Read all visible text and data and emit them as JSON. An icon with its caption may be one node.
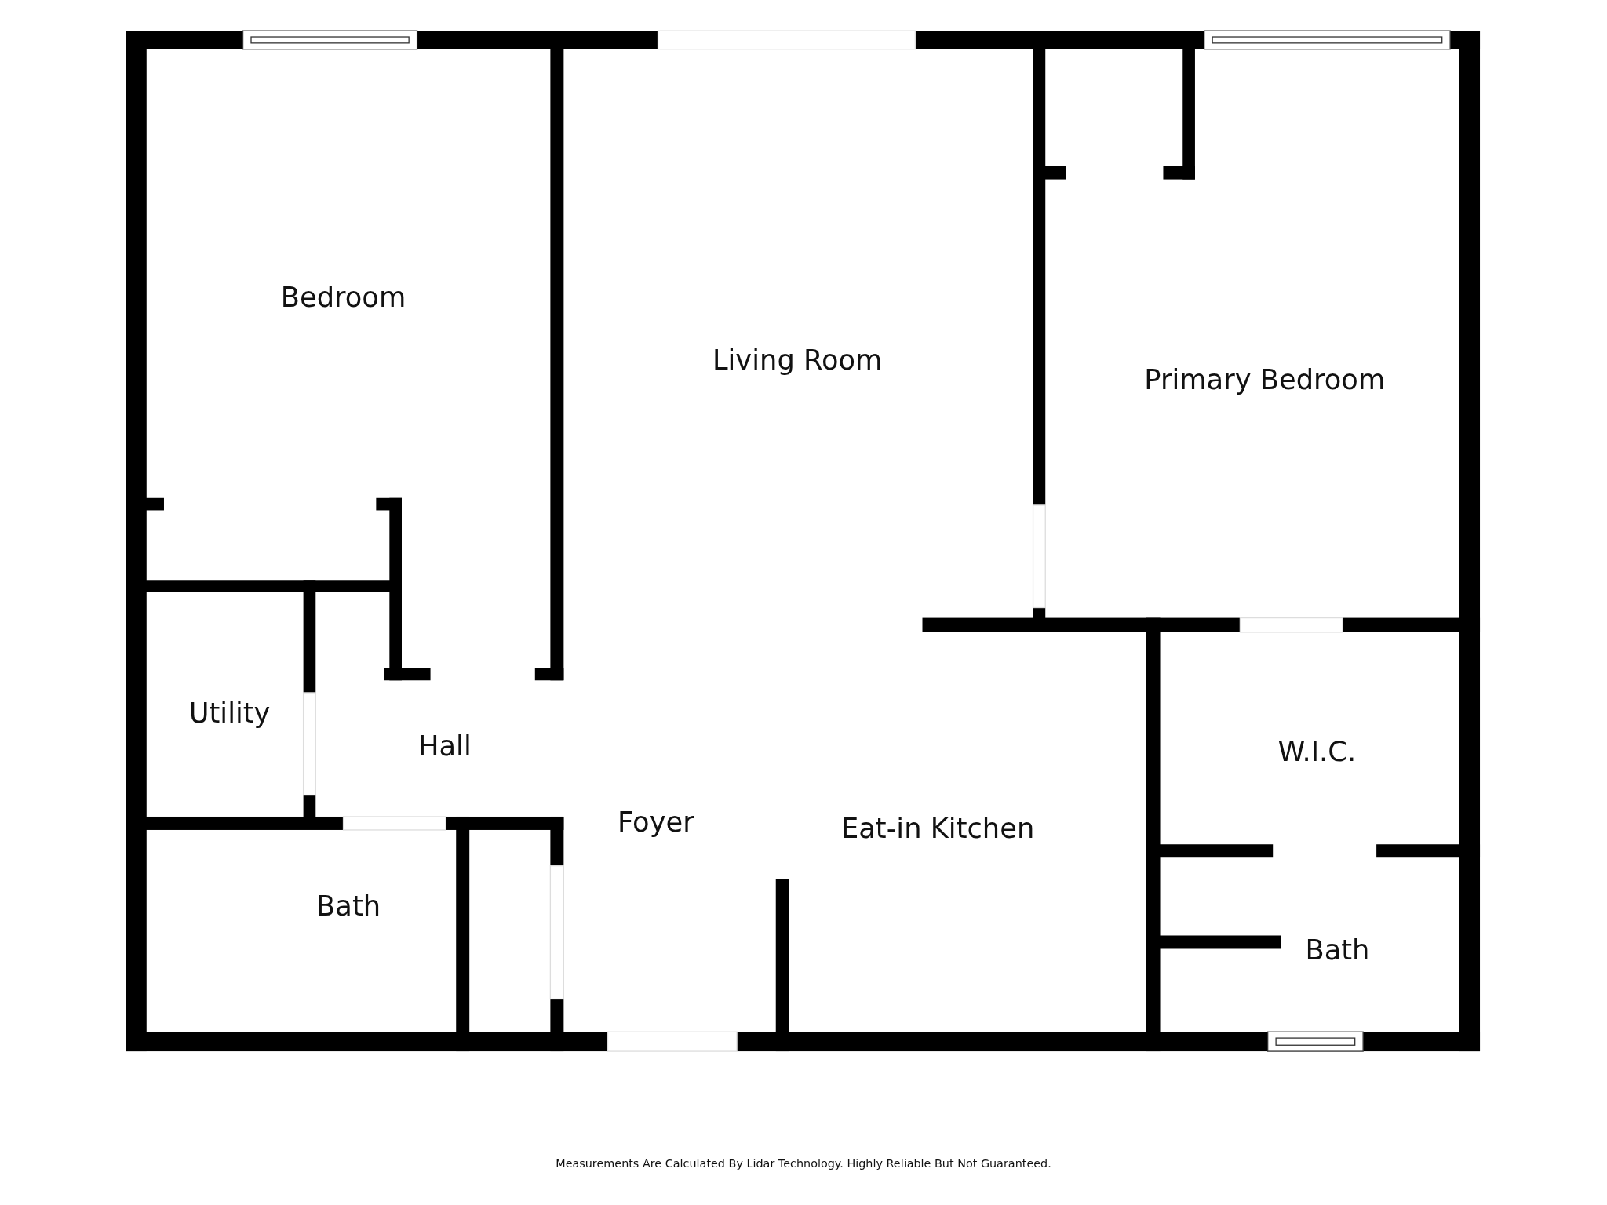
{
  "diagram": {
    "caption": "Measurements Are Calculated By Lidar Technology. Highly Reliable But Not Guaranteed.",
    "labels": [
      "Bedroom",
      "Living Room",
      "Primary Bedroom",
      "Utility",
      "Hall",
      "W.I.C.",
      "Foyer",
      "Eat-in Kitchen",
      "Bath",
      "Bath"
    ]
  }
}
